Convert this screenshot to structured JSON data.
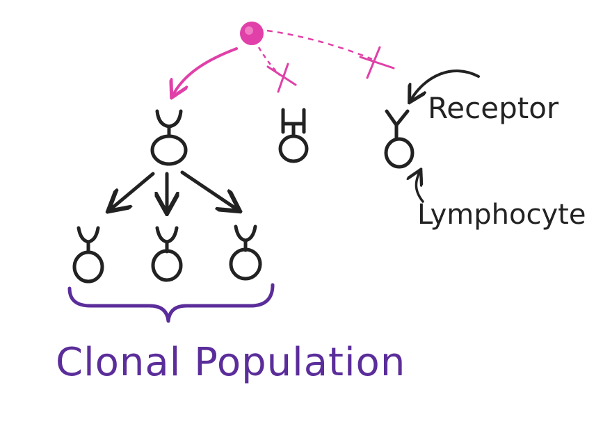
{
  "labels": {
    "receptor": "Receptor",
    "lymphocyte": "Lymphocyte",
    "clonal_population": "Clonal Population"
  },
  "colors": {
    "ink": "#222222",
    "antigen": "#e040a8",
    "brace": "#5b2d9a"
  }
}
